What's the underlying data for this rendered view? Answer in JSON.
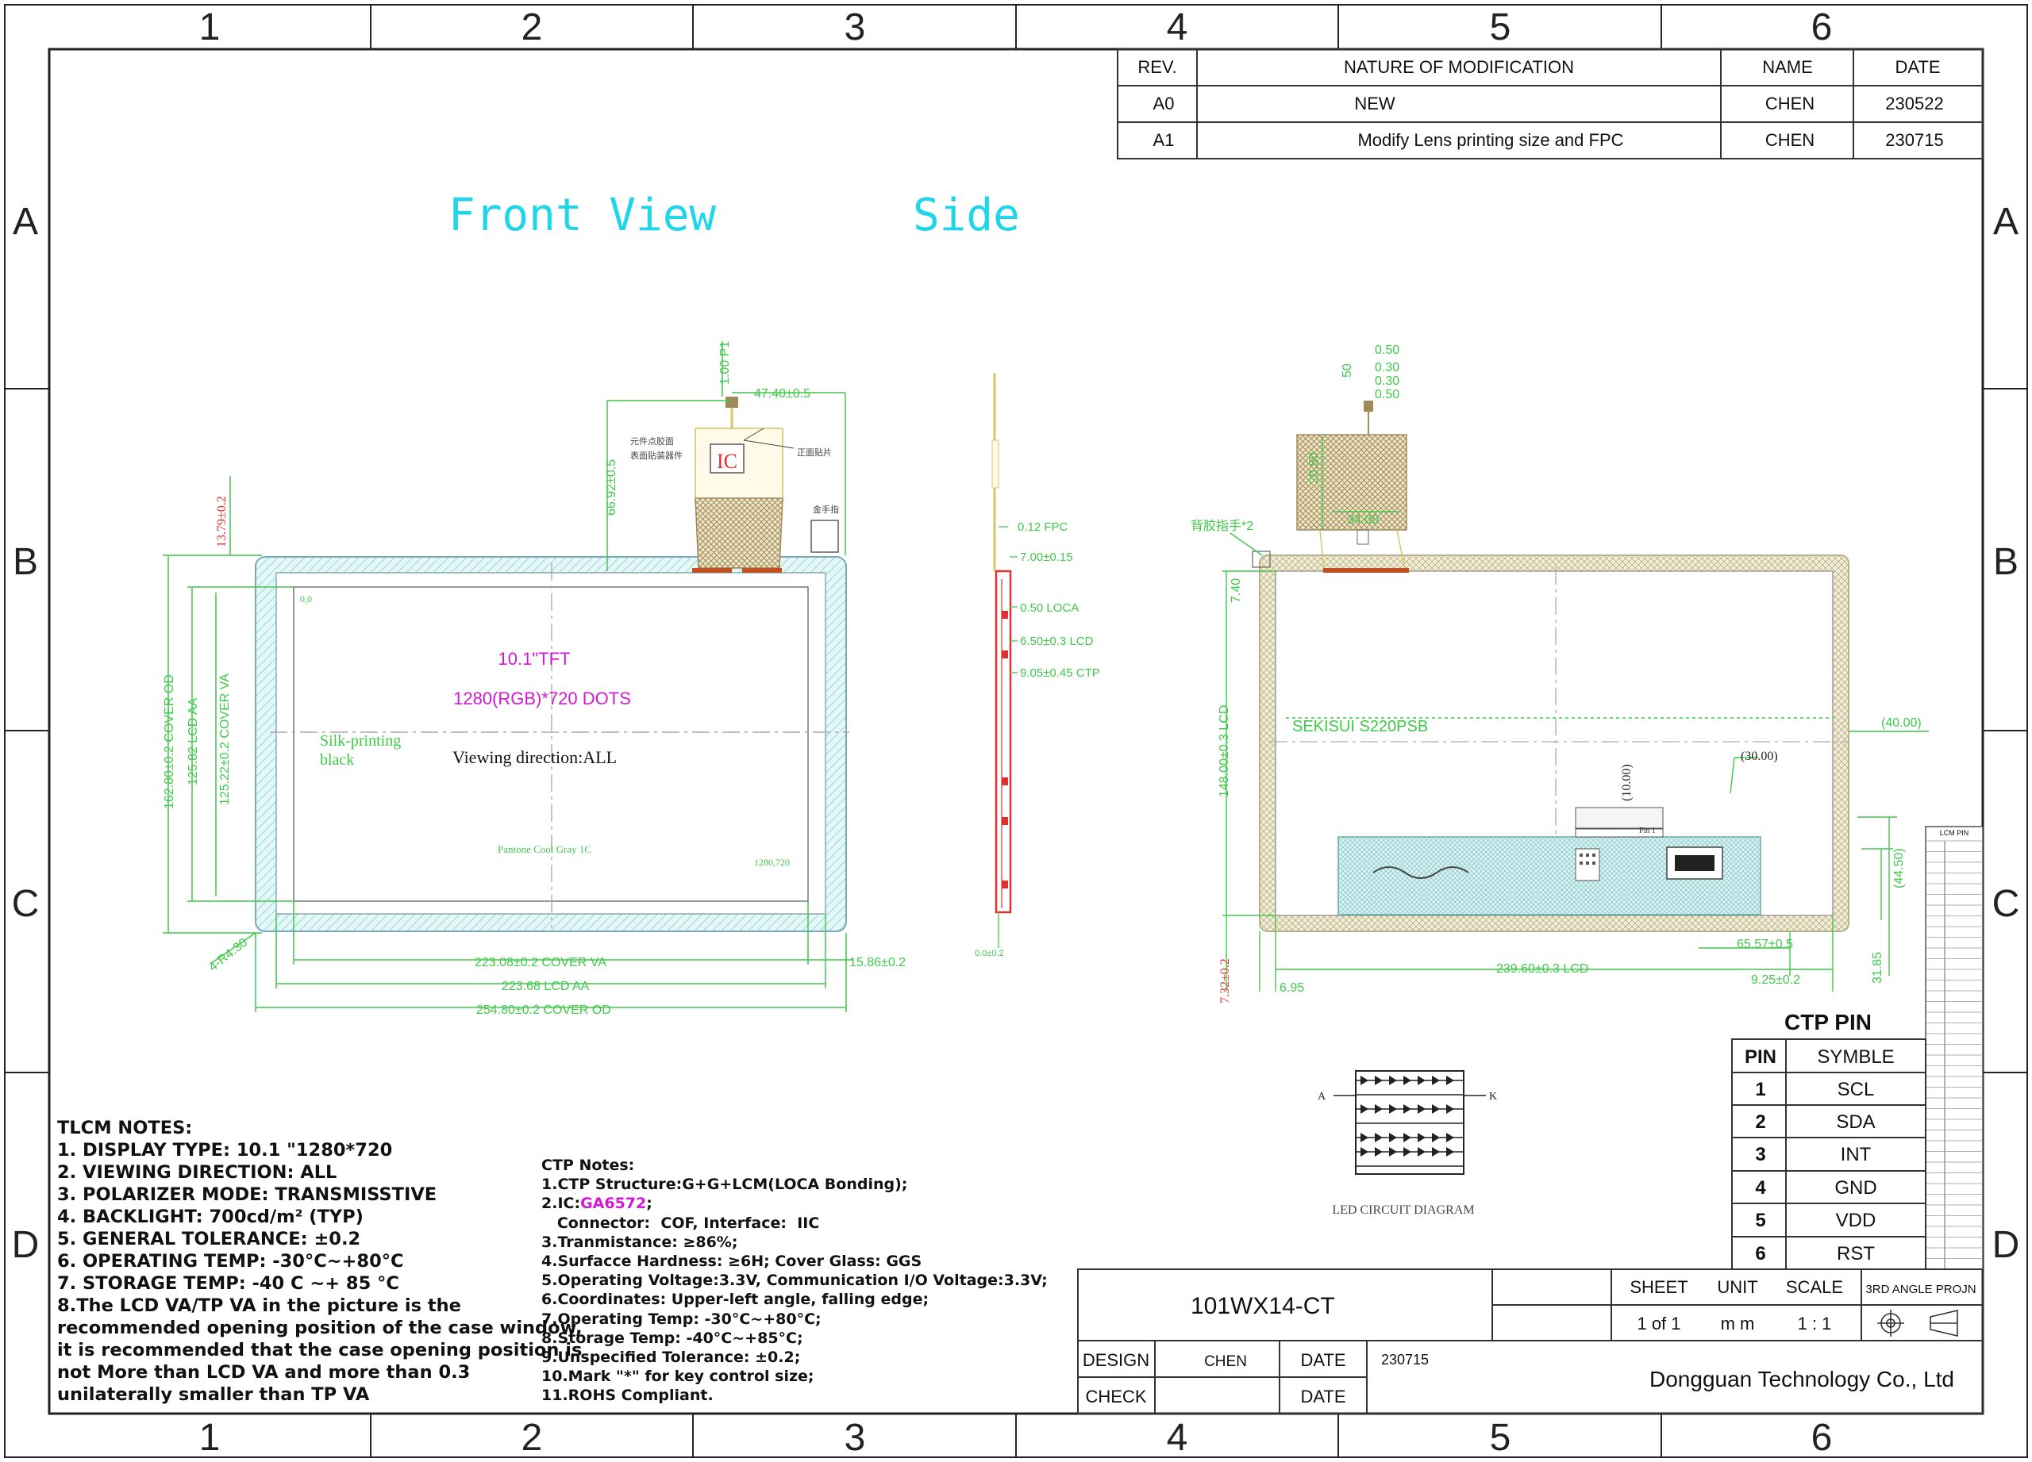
{
  "border": {
    "columns": [
      "1",
      "2",
      "3",
      "4",
      "5",
      "6"
    ],
    "rows": [
      "A",
      "B",
      "C",
      "D"
    ]
  },
  "revisions": {
    "headers": {
      "rev": "REV.",
      "nature": "NATURE OF MODIFICATION",
      "name": "NAME",
      "date": "DATE"
    },
    "rows": [
      {
        "rev": "A0",
        "nature": "NEW",
        "name": "CHEN",
        "date": "230522"
      },
      {
        "rev": "A1",
        "nature": "Modify Lens printing size and FPC",
        "name": "CHEN",
        "date": "230715"
      }
    ]
  },
  "titles": {
    "front": "Front View",
    "side": "Side"
  },
  "front_view": {
    "ic_label": "IC",
    "display_type": "10.1\"TFT",
    "resolution": "1280(RGB)*720 DOTS",
    "viewing": "Viewing direction:ALL",
    "silk1": "Silk-printing",
    "silk2": "black",
    "pantone": "Pantone Cool Gray 1C",
    "corner_tl": "0,0",
    "corner_br": "1280,720",
    "dims": {
      "fpc_width": "47.40±0.5",
      "fpc_length": "66.92±0.5",
      "fpc_tip": "1.00 P1",
      "top_offset": "13.79±0.2",
      "cover_od_h": "162.80±0.2 COVER OD",
      "lcd_aa_h": "125.82 LCD AA",
      "cover_va_h": "125.22±0.2 COVER VA",
      "cover_va_w": "223.08±0.2 COVER VA",
      "lcd_aa_w": "223.68 LCD AA",
      "cover_od_w": "254.80±0.2 COVER OD",
      "side_offset": "15.86±0.2",
      "radius": "4-R4.30"
    },
    "notes_small": [
      "元件点胶面",
      "表面贴装器件",
      "正面贴片",
      "金手指"
    ]
  },
  "side_view": {
    "fpc": "0.12 FPC",
    "total": "7.00±0.15",
    "loca": "0.50 LOCA",
    "lcd": "6.50±0.3 LCD",
    "ctp": "9.05±0.45 CTP",
    "bottom": "0.0±0.2"
  },
  "back_view": {
    "tape": "SEKISUI S220PSB",
    "backlight_label": "背胶指手*2",
    "dims": {
      "top_a": "0.50",
      "top_b": "0.30",
      "top_c": "0.30",
      "top_d": "0.50",
      "pitch": "50",
      "fpc_len": "20.50",
      "fpc_w": "34.00",
      "top": "7.40",
      "lcd_h": "148.00±0.3 LCD",
      "lcd_w": "239.60±0.3 LCD",
      "left": "6.95",
      "bottom_l": "7.32±0.2",
      "conn_w": "65.57±0.5",
      "conn_r": "9.25±0.2",
      "conn_h": "31.85",
      "r40": "(40.00)",
      "r30": "(30.00)",
      "r10": "(10.00)",
      "r44": "(44.50)",
      "pin1": "Pin 1"
    }
  },
  "led": {
    "a": "A",
    "k": "K",
    "caption": "LED CIRCUIT DIAGRAM"
  },
  "lcm_pin": {
    "title": "LCM PIN"
  },
  "ctp_pin": {
    "title": "CTP PIN",
    "headers": {
      "pin": "PIN",
      "symbol": "SYMBLE"
    },
    "rows": [
      {
        "pin": "1",
        "symbol": "SCL"
      },
      {
        "pin": "2",
        "symbol": "SDA"
      },
      {
        "pin": "3",
        "symbol": "INT"
      },
      {
        "pin": "4",
        "symbol": "GND"
      },
      {
        "pin": "5",
        "symbol": "VDD"
      },
      {
        "pin": "6",
        "symbol": "RST"
      }
    ]
  },
  "tlcm_notes": {
    "title": "TLCM NOTES:",
    "lines": [
      "1. DISPLAY TYPE: 10.1 \"1280*720",
      "2. VIEWING DIRECTION: ALL",
      "3. POLARIZER MODE: TRANSMISSTIVE",
      "4. BACKLIGHT:  700cd/m² (TYP)",
      "5. GENERAL TOLERANCE: ±0.2",
      "6. OPERATING TEMP: -30°C~+80°C",
      "7. STORAGE TEMP: -40 C ~+ 85 °C",
      "8.The LCD VA/TP VA in the picture is the",
      "recommended opening position of the case window,",
      "it is recommended that the case opening position is",
      "not More than LCD VA and more than 0.3",
      "unilaterally smaller than TP VA"
    ]
  },
  "ctp_notes": {
    "title": "CTP Notes:",
    "line1": "1.CTP Structure:G+G+LCM(LOCA Bonding);",
    "ic_prefix": "2.IC:",
    "ic_value": "GA6572",
    "ic_suffix": ";",
    "lines": [
      "   Connector:  COF, Interface:  IIC",
      "3.Tranmistance:  ≥86%;",
      "4.Surfacce Hardness:  ≥6H; Cover Glass: GGS",
      "5.Operating Voltage:3.3V,   Communication I/O Voltage:3.3V;",
      "6.Coordinates:  Upper-left angle, falling edge;",
      "7.Operating Temp:  -30°C~+80°C;",
      "8.Storage Temp:  -40°C~+85°C;",
      "9.Unspecified Tolerance:  ±0.2;",
      "10.Mark  \"*\"  for key control size;",
      "11.ROHS Compliant."
    ]
  },
  "title_block": {
    "part": "101WX14-CT",
    "sheet_label": "SHEET",
    "sheet_value": "1 of 1",
    "unit_label": "UNIT",
    "unit_value": "m m",
    "scale_label": "SCALE",
    "scale_value": "1 : 1",
    "projection": "3RD ANGLE PROJN",
    "design_label": "DESIGN",
    "design_value": "CHEN",
    "date_label": "DATE",
    "date_value": "230715",
    "check_label": "CHECK",
    "check_date_label": "DATE",
    "company": "Dongguan Technology Co., Ltd"
  },
  "colors": {
    "frame": "#222222",
    "dim": "#3fc94a",
    "cyan": "#1ed6e8",
    "magenta": "#d21ad2",
    "red": "#e03030",
    "hatch": "#5bc8c8"
  }
}
